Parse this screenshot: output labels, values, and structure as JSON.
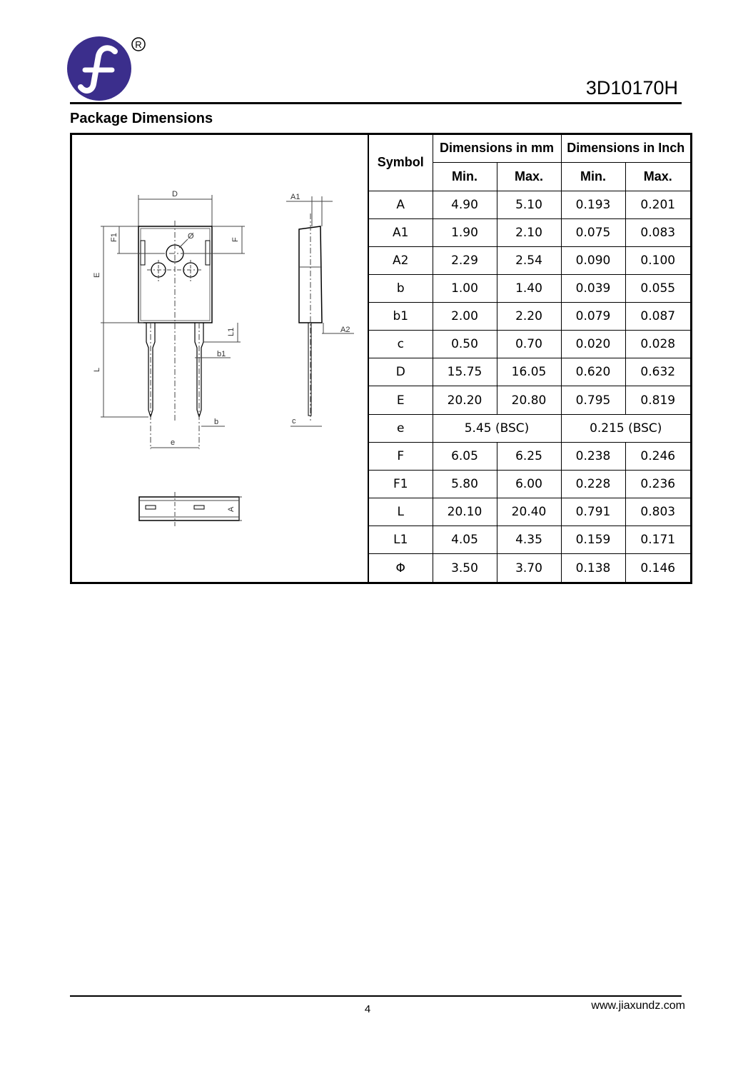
{
  "header": {
    "part_number": "3D10170H",
    "registered_mark": "R"
  },
  "section_title": "Package Dimensions",
  "drawing_labels": {
    "D": "D",
    "A1": "A1",
    "F1": "F1",
    "F": "F",
    "phi": "Ø",
    "E": "E",
    "L1": "L1",
    "A2": "A2",
    "b1": "b1",
    "L": "L",
    "b": "b",
    "c": "c",
    "e": "e",
    "A": "A"
  },
  "table": {
    "symbol_header": "Symbol",
    "group_mm": "Dimensions in mm",
    "group_inch": "Dimensions in Inch",
    "min_label": "Min.",
    "max_label": "Max.",
    "rows": [
      {
        "symbol": "A",
        "mm_min": "4.90",
        "mm_max": "5.10",
        "in_min": "0.193",
        "in_max": "0.201"
      },
      {
        "symbol": "A1",
        "mm_min": "1.90",
        "mm_max": "2.10",
        "in_min": "0.075",
        "in_max": "0.083"
      },
      {
        "symbol": "A2",
        "mm_min": "2.29",
        "mm_max": "2.54",
        "in_min": "0.090",
        "in_max": "0.100"
      },
      {
        "symbol": "b",
        "mm_min": "1.00",
        "mm_max": "1.40",
        "in_min": "0.039",
        "in_max": "0.055"
      },
      {
        "symbol": "b1",
        "mm_min": "2.00",
        "mm_max": "2.20",
        "in_min": "0.079",
        "in_max": "0.087"
      },
      {
        "symbol": "c",
        "mm_min": "0.50",
        "mm_max": "0.70",
        "in_min": "0.020",
        "in_max": "0.028"
      },
      {
        "symbol": "D",
        "mm_min": "15.75",
        "mm_max": "16.05",
        "in_min": "0.620",
        "in_max": "0.632"
      },
      {
        "symbol": "E",
        "mm_min": "20.20",
        "mm_max": "20.80",
        "in_min": "0.795",
        "in_max": "0.819"
      },
      {
        "symbol": "e",
        "mm_bsc": "5.45 (BSC)",
        "in_bsc": "0.215 (BSC)"
      },
      {
        "symbol": "F",
        "mm_min": "6.05",
        "mm_max": "6.25",
        "in_min": "0.238",
        "in_max": "0.246"
      },
      {
        "symbol": "F1",
        "mm_min": "5.80",
        "mm_max": "6.00",
        "in_min": "0.228",
        "in_max": "0.236"
      },
      {
        "symbol": "L",
        "mm_min": "20.10",
        "mm_max": "20.40",
        "in_min": "0.791",
        "in_max": "0.803"
      },
      {
        "symbol": "L1",
        "mm_min": "4.05",
        "mm_max": "4.35",
        "in_min": "0.159",
        "in_max": "0.171"
      },
      {
        "symbol": "Φ",
        "mm_min": "3.50",
        "mm_max": "3.70",
        "in_min": "0.138",
        "in_max": "0.146"
      }
    ]
  },
  "footer": {
    "page_number": "4",
    "website": "www.jiaxundz.com"
  },
  "colors": {
    "logo": "#3b2e8c",
    "rule": "#000000"
  }
}
